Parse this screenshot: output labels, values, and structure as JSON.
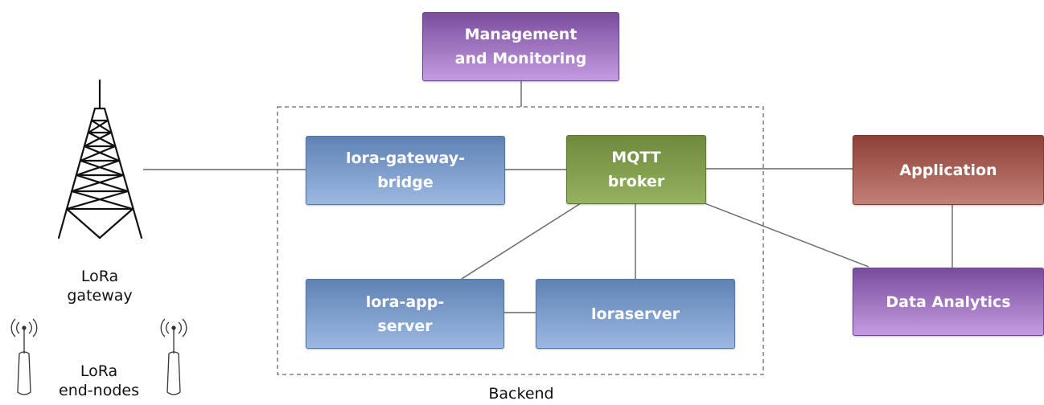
{
  "nodes": {
    "management": "Management\nand Monitoring",
    "gateway_bridge": "lora-gateway-\nbridge",
    "mqtt_broker": "MQTT\nbroker",
    "application": "Application",
    "app_server": "lora-app-\nserver",
    "loraserver": "loraserver",
    "data_analytics": "Data Analytics"
  },
  "labels": {
    "gateway": "LoRa\ngateway",
    "end_nodes": "LoRa\nend-nodes",
    "backend": "Backend"
  },
  "colors": {
    "blue": "#7b9dcc",
    "green": "#7d9a4b",
    "red": "#a85a50",
    "purple": "#9d6fc2",
    "line": "#555555"
  },
  "icons": [
    "radio-tower-icon",
    "antenna-icon"
  ]
}
